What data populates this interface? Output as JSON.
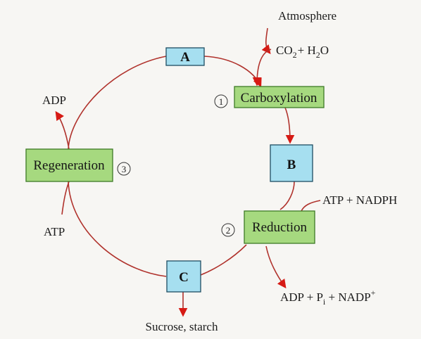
{
  "diagram": {
    "atmosphere_label": "Atmosphere",
    "inputs": {
      "co2": {
        "base": "CO",
        "sub": "2",
        "rest": "+ H",
        "sub2": "2",
        "tail": "O"
      },
      "atp_nadph": "ATP + NADPH",
      "atp": "ATP"
    },
    "outputs": {
      "adp": "ADP",
      "adp_pi_nadp": {
        "a": "ADP + P",
        "sub": "i",
        "b": " + NADP",
        "sup": "+"
      },
      "sucrose": "Sucrose, starch"
    },
    "stages": {
      "carboxylation": {
        "number": "1",
        "label": "Carboxylation"
      },
      "reduction": {
        "number": "2",
        "label": "Reduction"
      },
      "regeneration": {
        "number": "3",
        "label": "Regeneration"
      }
    },
    "compounds": {
      "a": "A",
      "b": "B",
      "c": "C"
    },
    "colors": {
      "arrow": "#b0322c",
      "arrowhead": "#d61a14",
      "process_fill": "#a6d97f",
      "process_stroke": "#3d7a26",
      "compound_fill": "#a6dff0",
      "compound_stroke": "#1f4e63"
    }
  }
}
